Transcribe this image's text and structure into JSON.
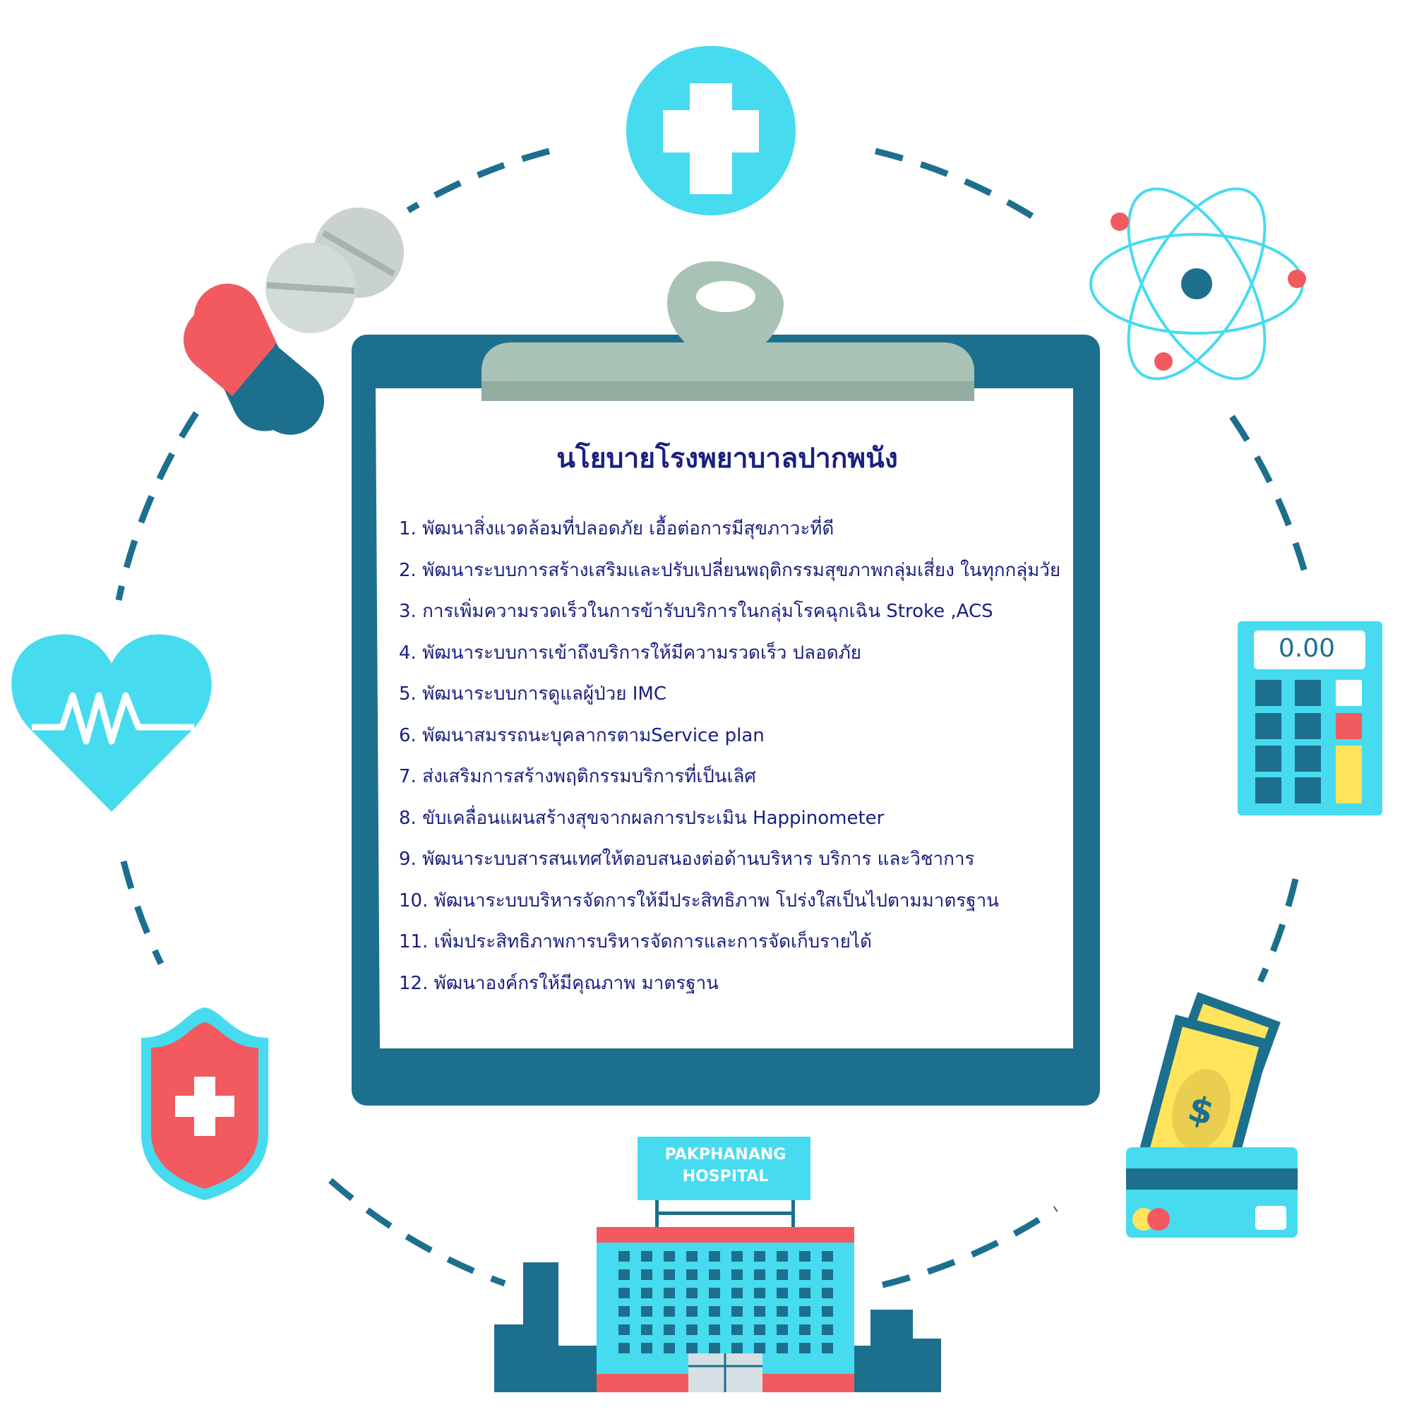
{
  "clipboard": {
    "title": "นโยบายโรงพยาบาลปากพนัง",
    "policies": [
      "1. พัฒนาสิ่งแวดล้อมที่ปลอดภัย เอื้อต่อการมีสุขภาวะที่ดี",
      "2. พัฒนาระบบการสร้างเสริมและปรับเปลี่ยนพฤติกรรมสุขภาพกลุ่มเสี่ยง ในทุกกลุ่มวัย",
      "3. การเพิ่มความรวดเร็วในการข้ารับบริการในกลุ่มโรคฉุกเฉิน Stroke ,ACS",
      "4. พัฒนาระบบการเข้าถึงบริการให้มีความรวดเร็ว ปลอดภัย",
      "5. พัฒนาระบบการดูแลผู้ป่วย IMC",
      "6. พัฒนาสมรรถนะบุคลากรตามService plan",
      "7. ส่งเสริมการสร้างพฤติกรรมบริการที่เป็นเลิศ",
      "8. ขับเคลื่อนแผนสร้างสุขจากผลการประเมิน Happinometer",
      "9. พัฒนาระบบสารสนเทศให้ตอบสนองต่อด้านบริหาร บริการ และวิชาการ",
      "10. พัฒนาระบบบริหารจัดการให้มีประสิทธิภาพ โปร่งใสเป็นไปตามมาตรฐาน",
      "11. เพิ่มประสิทธิภาพการบริหารจัดการและการจัดเก็บรายได้",
      "12. พัฒนาองค์กรให้มีคุณภาพ มาตรฐาน"
    ]
  },
  "calculator": {
    "display": "0.00"
  },
  "hospital": {
    "sign_line1": "PAKPHANANG",
    "sign_line2": "HOSPITAL"
  },
  "icons": [
    "medical-cross-icon",
    "pills-icon",
    "atom-icon",
    "heartbeat-icon",
    "calculator-icon",
    "shield-cross-icon",
    "money-card-icon",
    "hospital-building-icon"
  ],
  "colors": {
    "dark_teal": "#1d6f8e",
    "cyan": "#47dbef",
    "coral": "#f25a5f",
    "grey_green": "#a8c3b5",
    "text_navy": "#1a1f80",
    "yellow": "#ffe45c"
  }
}
